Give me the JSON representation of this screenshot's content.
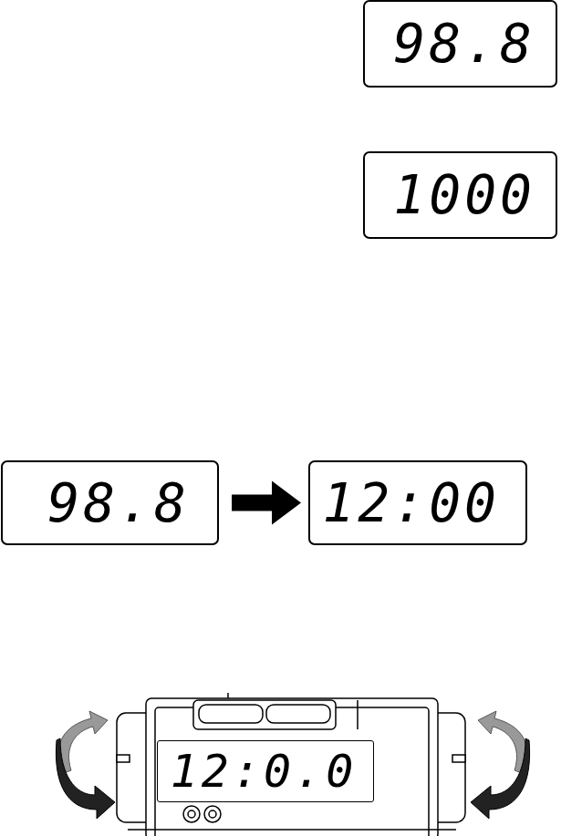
{
  "diagram": {
    "nodes": [
      {
        "text": [
          "98.8"
        ]
      },
      {
        "text": [
          "1000"
        ]
      },
      {
        "text": [
          "98.8"
        ]
      },
      {
        "text": [
          "12:00"
        ]
      },
      {
        "text": [
          "12:0.0"
        ]
      }
    ],
    "edges": [
      {
        "from": 2,
        "to": 3,
        "arrow": "to"
      }
    ]
  }
}
